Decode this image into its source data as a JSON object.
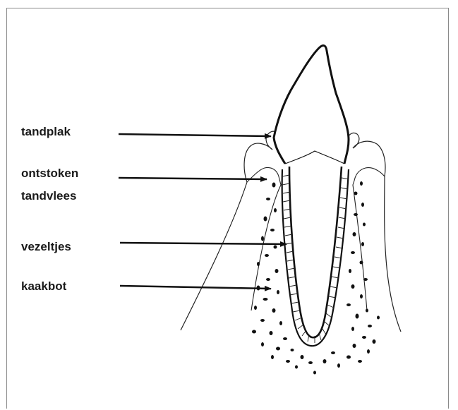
{
  "diagram": {
    "labels": {
      "plaque": "tandplak",
      "gum_line1": "ontstoken",
      "gum_line2": "tandvlees",
      "fibers": "vezeltjes",
      "bone": "kaakbot"
    }
  },
  "colors": {
    "ink": "#111111",
    "frame": "#8a8a8a",
    "background": "#ffffff"
  }
}
